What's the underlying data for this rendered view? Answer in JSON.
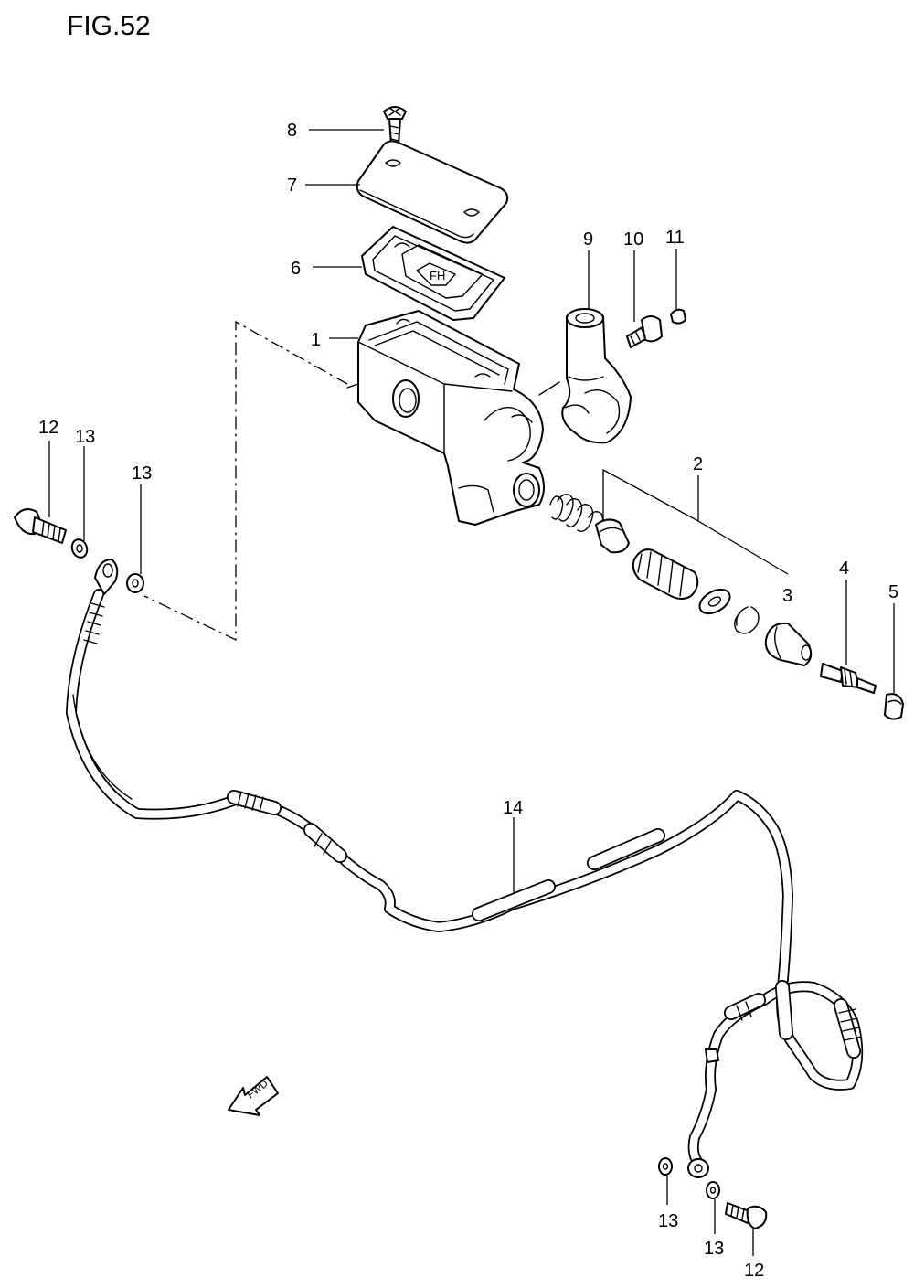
{
  "figure_title": "FIG.52",
  "callouts": {
    "c1": "1",
    "c2": "2",
    "c3": "3",
    "c4": "4",
    "c5": "5",
    "c6": "6",
    "c7": "7",
    "c8": "8",
    "c9": "9",
    "c10": "10",
    "c11": "11",
    "c12_top": "12",
    "c13_top_a": "13",
    "c13_top_b": "13",
    "c14": "14",
    "c13_bottom_a": "13",
    "c13_bottom_b": "13",
    "c12_bottom": "12"
  },
  "direction_marker": {
    "label": "FWD",
    "icon": "arrow-left-down"
  }
}
